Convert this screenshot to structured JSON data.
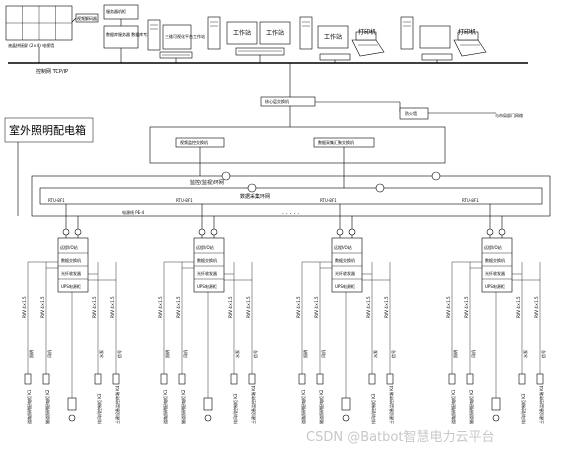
{
  "labels": {
    "video_wall": "液晶拼接屏 (2×4) 电视墙",
    "decoder": "视频解码器",
    "video_server": "服务器机柜",
    "db_server": "数据库服务器 数据库专用",
    "workstation_3d": "三维可视化平台工作站",
    "workstation_1": "工作站",
    "workstation_2": "工作站",
    "workstation_3": "工作站",
    "printer_1": "打印机",
    "printer_2": "打印机",
    "control_net": "控制网 TCP/IP",
    "core_switch": "核心层交换机",
    "firewall": "防火墙",
    "external_net": "与市局部门网络",
    "outdoor_box": "室外照明配电箱",
    "agg_switch_1": "视频监控交换机",
    "agg_switch_2": "数据采集汇聚交换机",
    "monitor_ring": "监控(监视)环网",
    "data_ring": "数据采集环网",
    "ring_node": "RTU-8F1",
    "ellipsis": ". . . . .",
    "power_line": "电源线 PE-4",
    "remote_io": "远程I/O站",
    "sub_items": [
      "数据交换机",
      "光纤收发器",
      "UPS电源柜"
    ],
    "vertical_labels": [
      "照明",
      "风机",
      "水泵",
      "信号"
    ],
    "bottom_labels": [
      "道路照明配电柜 K1",
      "隧道照明配电柜 K2",
      "排风机控制柜 K3",
      "土建设备监控终端 K4"
    ],
    "cable_label": "RVV 4×1.5"
  },
  "watermark": "CSDN @Batbot智慧电力云平台"
}
